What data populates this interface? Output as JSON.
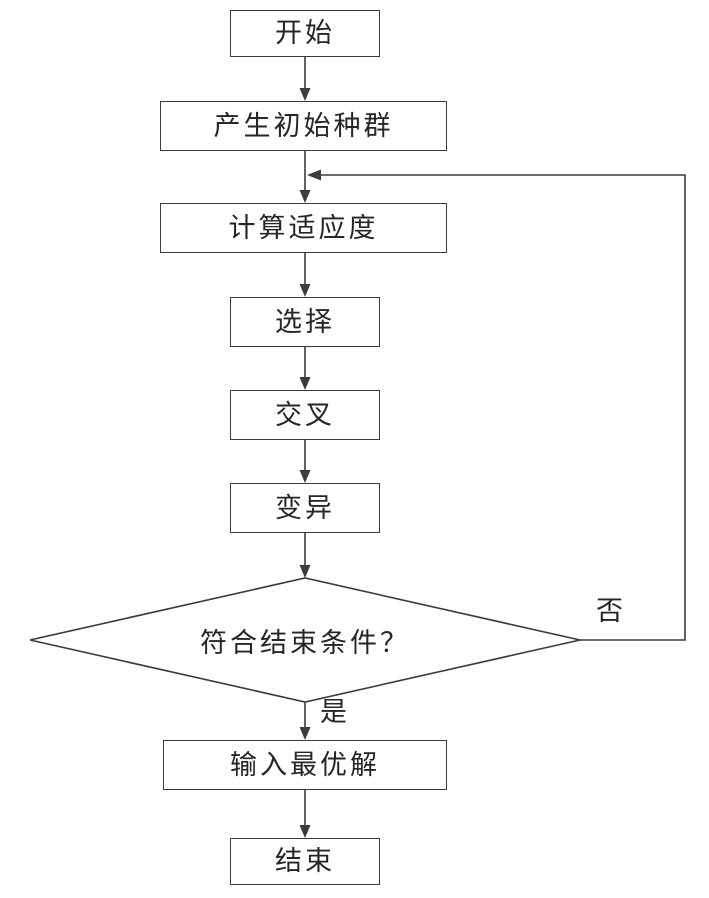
{
  "flowchart": {
    "nodes": {
      "start": "开始",
      "init_population": "产生初始种群",
      "compute_fitness": "计算适应度",
      "selection": "选择",
      "crossover": "交叉",
      "mutation": "变异",
      "termination_check": "符合结束条件？",
      "output_best": "输入最优解",
      "end": "结束"
    },
    "edge_labels": {
      "no": "否",
      "yes": "是"
    },
    "colors": {
      "line": "#3c3c3c",
      "text": "#262626",
      "node_fill": "#ffffff",
      "background": "#ffffff"
    }
  }
}
